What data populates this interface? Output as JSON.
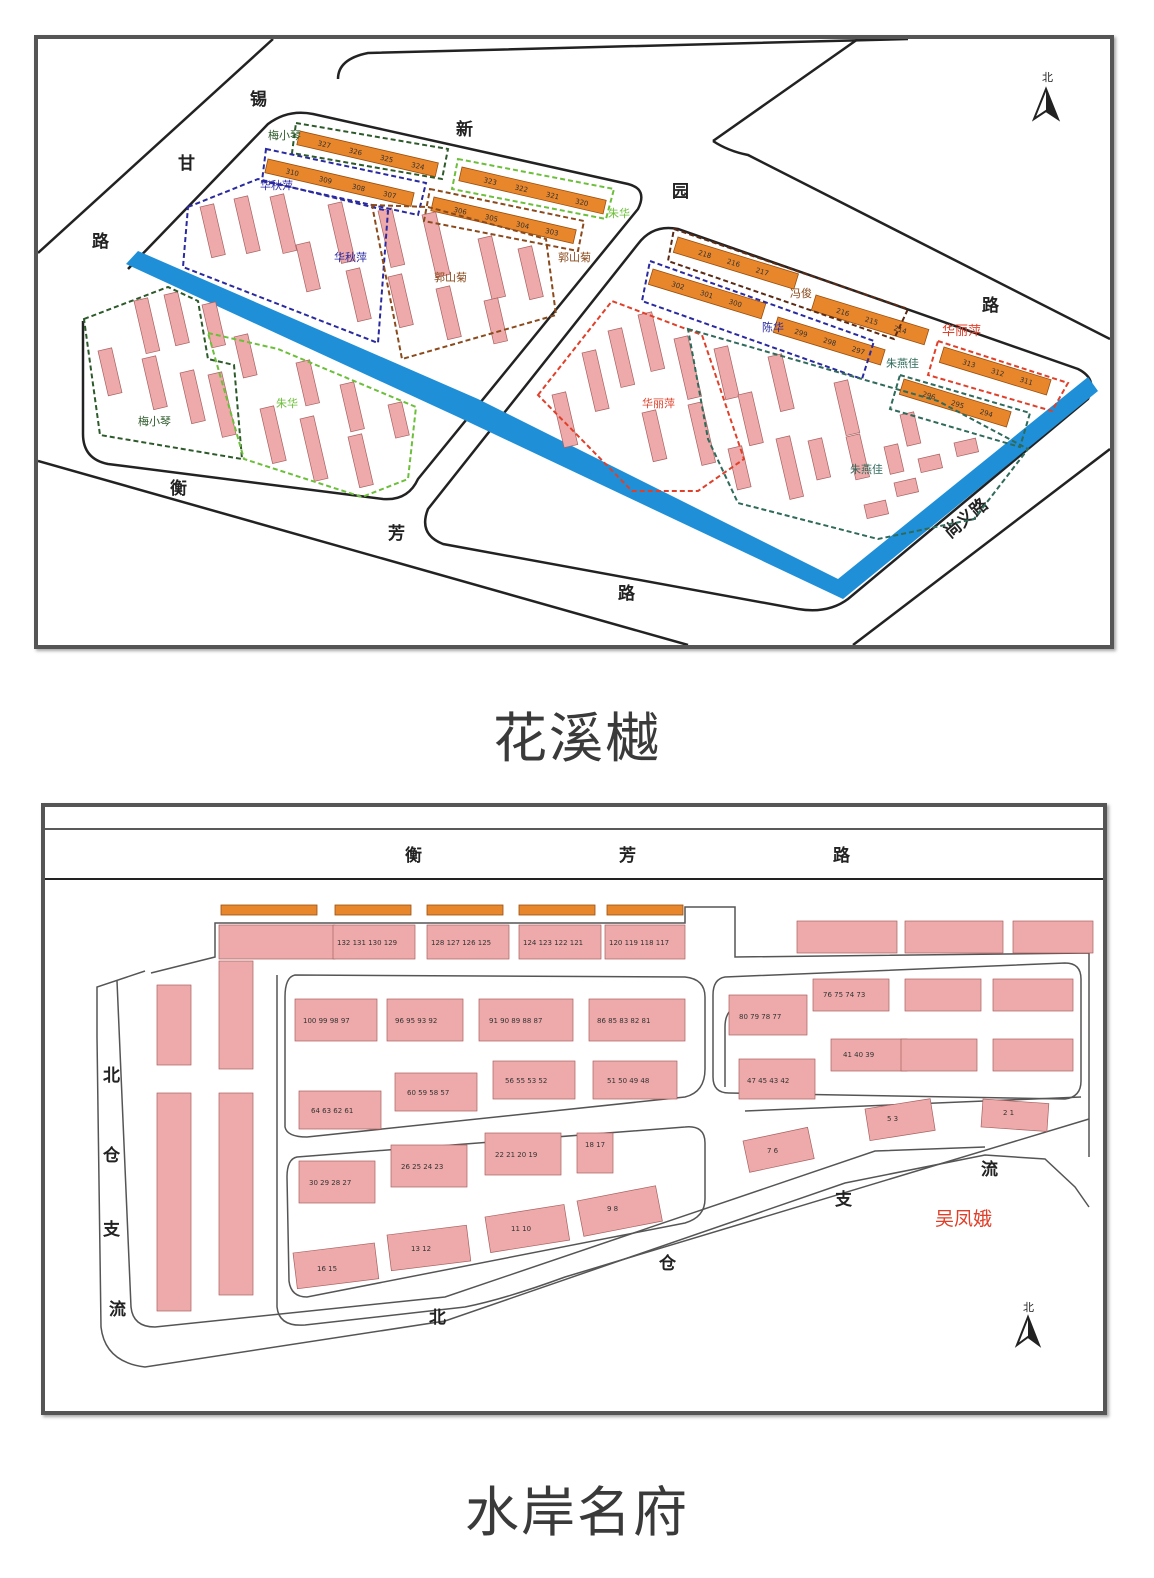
{
  "colors": {
    "building_pink": "#eeaaaa",
    "building_orange": "#e8862c",
    "river_blue": "#1f8fd8",
    "road_outline": "#222222",
    "name_green_dark": "#2d5a2a",
    "name_green_light": "#6cbf3a",
    "name_blue": "#2a2aa0",
    "name_red": "#e0402a",
    "name_brown": "#8b4a1c",
    "name_teal": "#2f6a5a"
  },
  "map1": {
    "caption": "花溪樾",
    "north": "北",
    "roads": {
      "xixin": [
        "锡",
        "新"
      ],
      "gan": [
        "甘",
        "路"
      ],
      "yuan": [
        "园",
        "路"
      ],
      "hengfang": [
        "衡",
        "芳",
        "路"
      ],
      "shangyi": "尚义路"
    },
    "names": {
      "mei_top": "梅小琴",
      "hua_qiuping_top": "华秋萍",
      "hua_qiuping_mid": "华秋萍",
      "zhu_hua_top": "朱华",
      "guo_shanju_right": "郭山菊",
      "guo_shanju_mid": "郭山菊",
      "mei_bottom": "梅小琴",
      "zhu_hua_bottom": "朱华",
      "feng_jun": "冯俊",
      "hua_liping_right": "华丽萍",
      "hua_liping_mid": "华丽萍",
      "zhu_yanjia_top": "朱燕佳",
      "zhu_yanjia_mid": "朱燕佳",
      "chen_hua": "陈华"
    },
    "rows": {
      "r327": [
        "327",
        "326",
        "325",
        "324"
      ],
      "r310": [
        "310",
        "309",
        "308",
        "307"
      ],
      "r323": [
        "323",
        "322",
        "321",
        "320"
      ],
      "r306": [
        "306",
        "305",
        "304",
        "303"
      ],
      "r218": [
        "218",
        "216",
        "217"
      ],
      "r302": [
        "302",
        "301",
        "300"
      ],
      "r216": [
        "216",
        "215",
        "214"
      ],
      "r299": [
        "299",
        "298",
        "297"
      ],
      "r313": [
        "313",
        "312",
        "311"
      ],
      "r296": [
        "296",
        "295",
        "294"
      ]
    }
  },
  "map2": {
    "caption": "水岸名府",
    "north": "北",
    "roads": {
      "hengfang": [
        "衡",
        "芳",
        "路"
      ],
      "beicang_left": [
        "北",
        "仓",
        "支",
        "流"
      ],
      "beicang_bottom": [
        "北",
        "仓",
        "支",
        "流"
      ]
    },
    "owner": "吴凤娥",
    "blocks": {
      "b132": "132  131  130  129",
      "b128": "128  127  126  125",
      "b124": "124  123  122  121",
      "b120": "120  119  118  117",
      "b100": "100  99  98  97",
      "b96": "96  95  93  92",
      "b91": "91  90  89  88  87",
      "b86": "86  85  83  82  81",
      "b80": "80  79  78  77",
      "b76": "76  75  74  73",
      "b56": "56  55  53 52",
      "b51": "51  50  49  48",
      "b60": "60  59  58  57",
      "b64": "64  63  62  61",
      "b41": "41  40  39",
      "b47": "47  45  43  42",
      "b30": "30  29  28  27",
      "b26": "26  25  24  23",
      "b22": "22  21  20  19",
      "b18": "18  17",
      "b16": "16  15",
      "b13": "13  12",
      "b11": "11  10",
      "b9": "9  8",
      "b7": "7  6",
      "b5": "5  3",
      "b2": "2  1"
    }
  }
}
